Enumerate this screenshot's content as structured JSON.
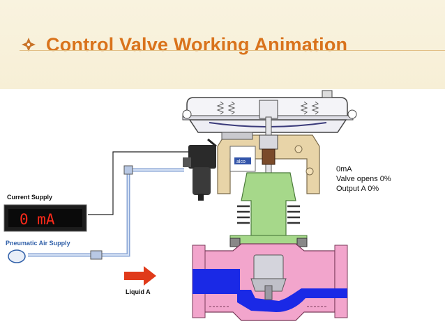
{
  "slide": {
    "title": "Control Valve Working Animation",
    "bullet_icon": "diamond-bullet-icon"
  },
  "diagram": {
    "current_supply_label": "Current Supply",
    "display_value": "0 mA",
    "pneumatic_label": "Pneumatic Air Supply",
    "liquid_label": "Liquid A",
    "readout": {
      "current": "0mA",
      "valve": "Valve opens 0%",
      "output": "Output A 0%"
    },
    "colors": {
      "title": "#d9731c",
      "liquid": "#1a29e6",
      "body": "#f2a5cc",
      "bonnet": "#a6d88a",
      "yoke": "#e8d4a8",
      "arrow": "#e03a1a"
    }
  }
}
